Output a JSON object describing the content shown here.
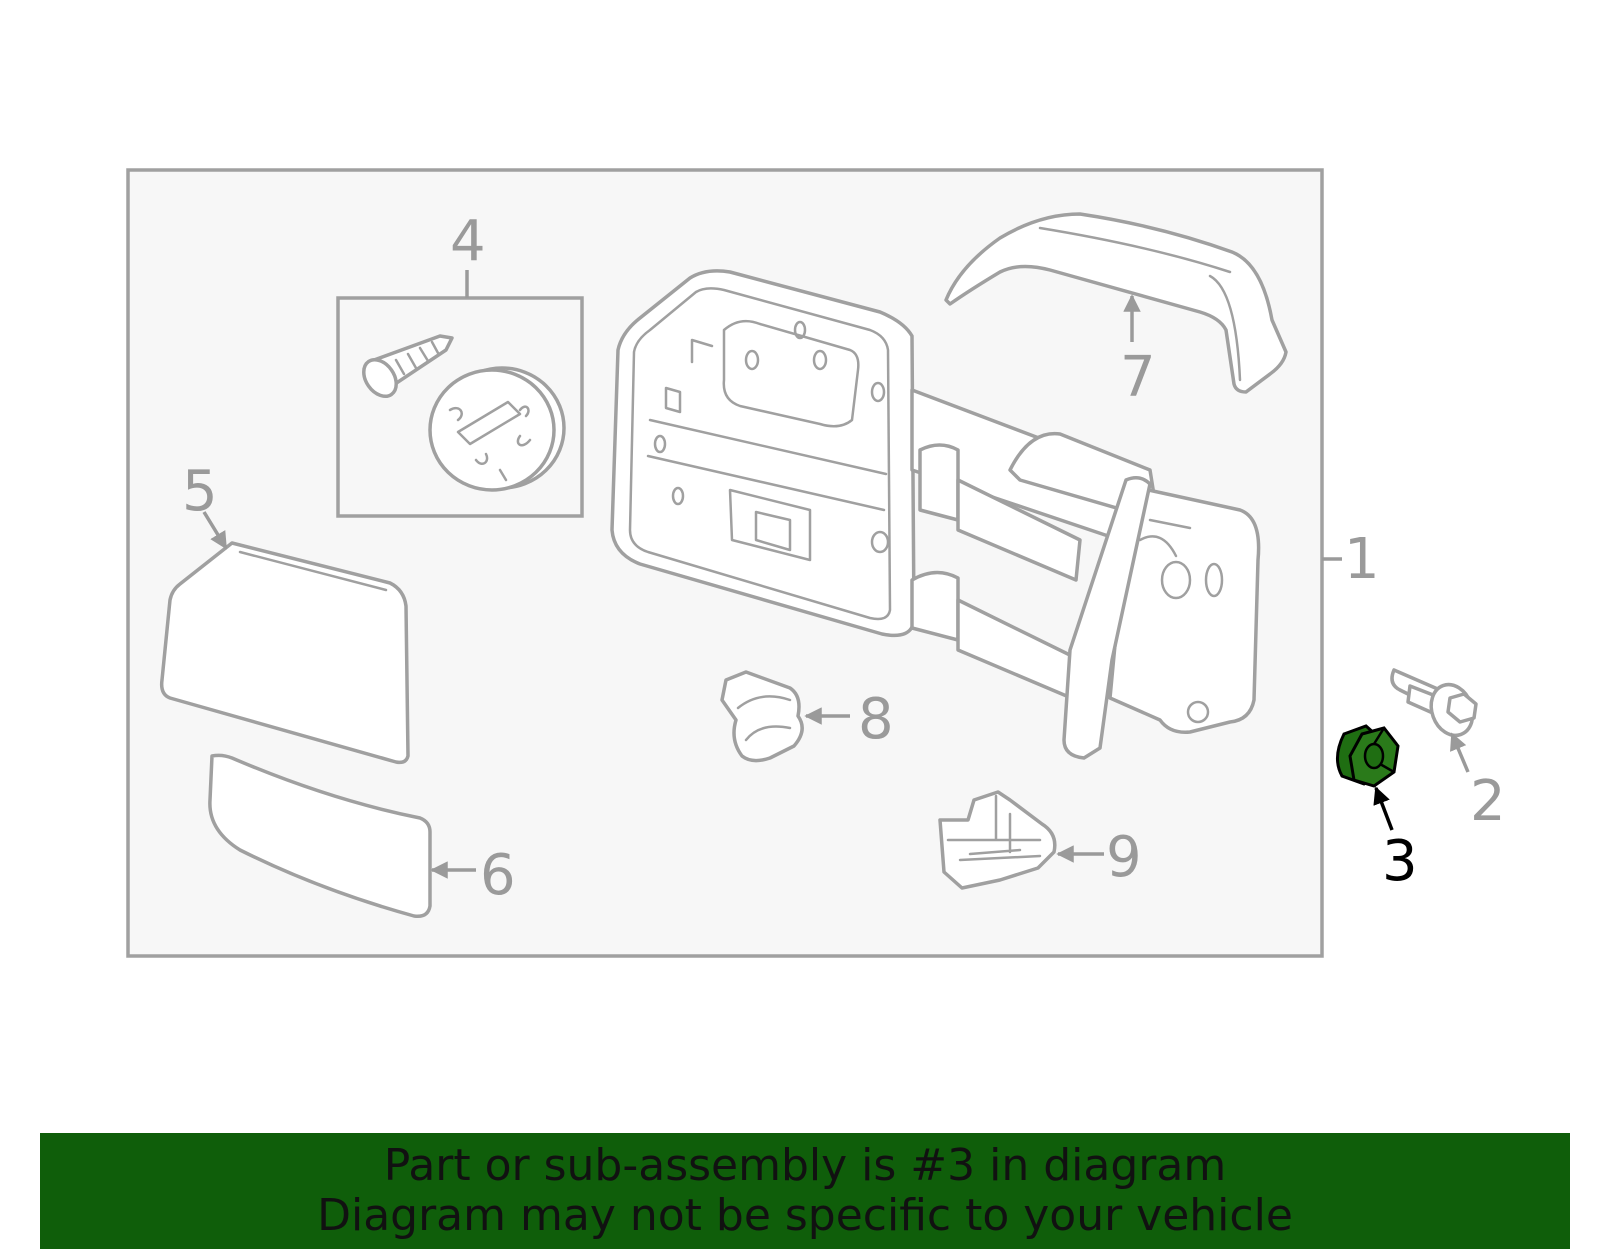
{
  "diagram": {
    "callouts": {
      "c1": "1",
      "c2": "2",
      "c3": "3",
      "c4": "4",
      "c5": "5",
      "c6": "6",
      "c7": "7",
      "c8": "8",
      "c9": "9"
    },
    "highlighted_part": "3",
    "colors": {
      "highlight": "#1f6e12",
      "banner": "#0f5e0a",
      "line_art": "#a0a0a0",
      "frame_fill": "#f7f7f7"
    }
  },
  "banner": {
    "line1": "Part or sub-assembly is #3 in diagram",
    "line2": "Diagram may not be specific to your vehicle"
  }
}
